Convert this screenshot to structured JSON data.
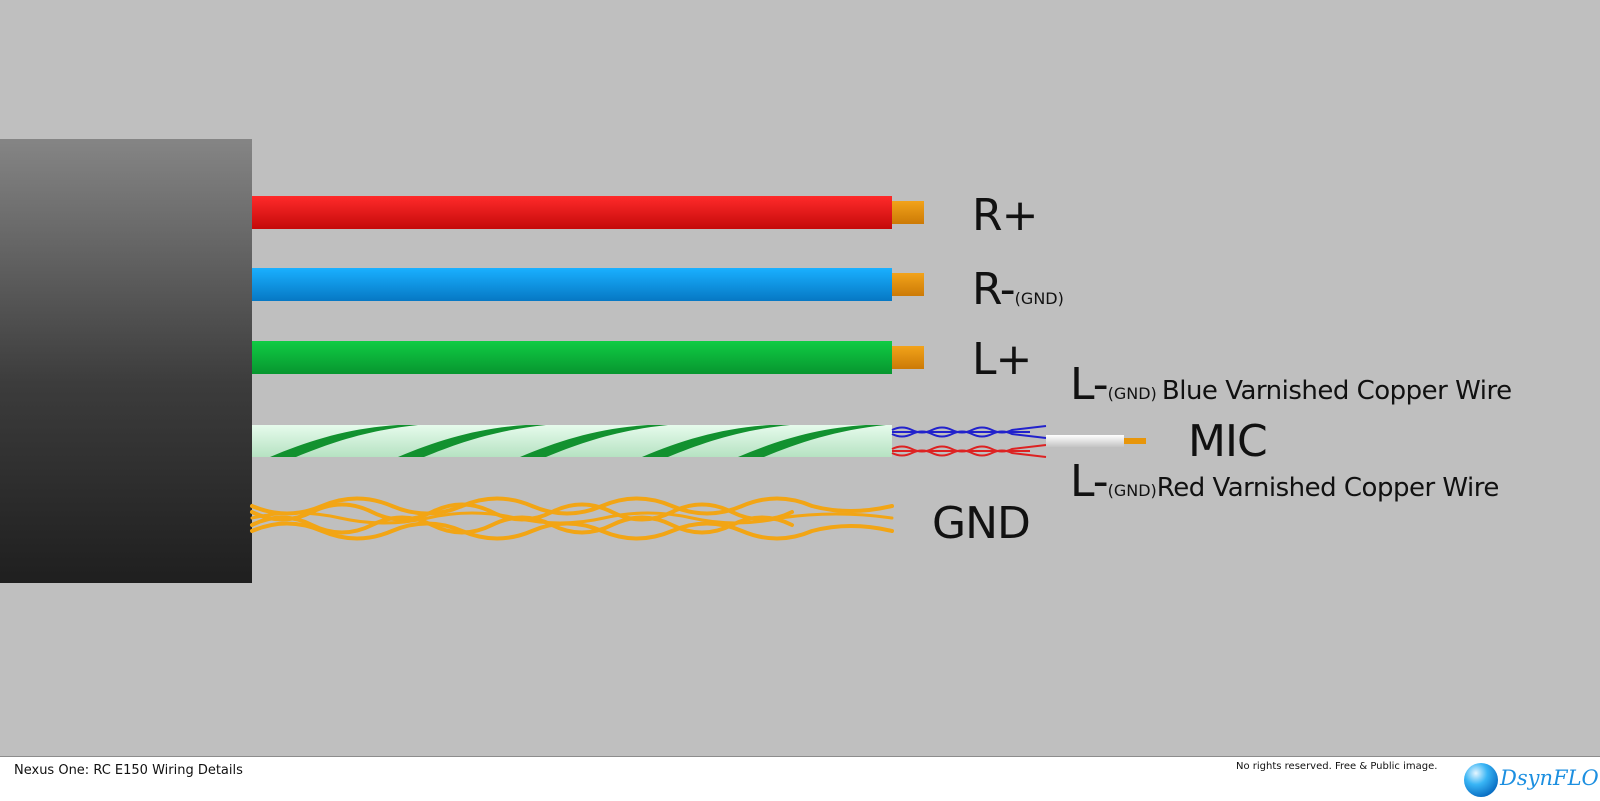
{
  "labels": {
    "r_plus": "R+",
    "r_minus_main": "R-",
    "r_minus_sub": "(GND)",
    "l_plus": "L+",
    "gnd": "GND",
    "mic": "MIC",
    "l_blue_main": "L-",
    "l_blue_sub": "(GND)",
    "l_blue_desc": "Blue Varnished Copper Wire",
    "l_red_main": "L-",
    "l_red_sub": "(GND)",
    "l_red_desc": "Red Varnished Copper Wire"
  },
  "footer": {
    "title": "Nexus One: RC E150 Wiring Details",
    "rights": "No rights reserved. Free & Public image.",
    "logo_text": "DsynFLO"
  },
  "colors": {
    "background": "#bfbfbf",
    "wire_red": "#e81010",
    "wire_blue": "#0ea0ee",
    "wire_green": "#08b83a",
    "copper": "#e8960a",
    "braid": "#f2a515",
    "mic_sheath": "#cfeed8",
    "mic_stripe": "#12912f",
    "varnish_blue": "#2222cc",
    "varnish_red": "#dd2222"
  }
}
